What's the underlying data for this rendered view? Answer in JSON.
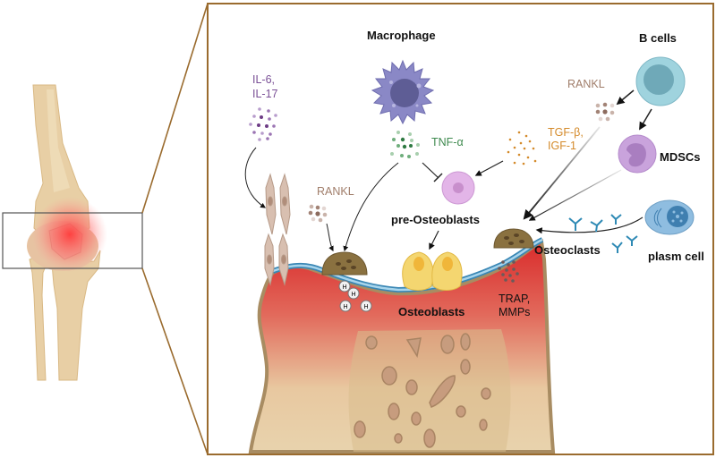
{
  "figure": {
    "type": "biological-schematic",
    "zoom_frame_color": "#9a6b2e",
    "knee": {
      "inflammation_color": "#ff4a4a",
      "bone_color": "#e8cfa5"
    },
    "labels": {
      "macrophage": "Macrophage",
      "b_cells": "B cells",
      "il": [
        "IL-6,",
        "IL-17"
      ],
      "tnf": "TNF-α",
      "rankl_top": "RANKL",
      "rankl_left": "RANKL",
      "tgf": [
        "TGF-β,",
        "IGF-1"
      ],
      "mdscs": "MDSCs",
      "pre_osteoblasts": "pre-Osteoblasts",
      "osteoclasts": "Osteoclasts",
      "plasm_cell": "plasm cell",
      "osteoblasts": "Osteoblasts",
      "trap": [
        "TRAP,",
        "MMPs"
      ],
      "proton": "H"
    },
    "colors": {
      "il_text": "#7a4f96",
      "tnf_text": "#3f8a4f",
      "rankl_text": "#a07d6a",
      "tgf_text": "#d48a2a",
      "macrophage": "#8a88c6",
      "b_cell": "#9fd3de",
      "mdsc": "#c9a3dc",
      "pre_osteoblast": "#e3b5e8",
      "osteoclast": "#8a7140",
      "osteoblast": "#f4d670",
      "plasm_cell": "#8fbde0",
      "antibody": "#2f8ab5",
      "bone": "#e6cd9f",
      "inflamed_bone": "#d83a3a",
      "periosteum": "#3a87b5"
    }
  }
}
